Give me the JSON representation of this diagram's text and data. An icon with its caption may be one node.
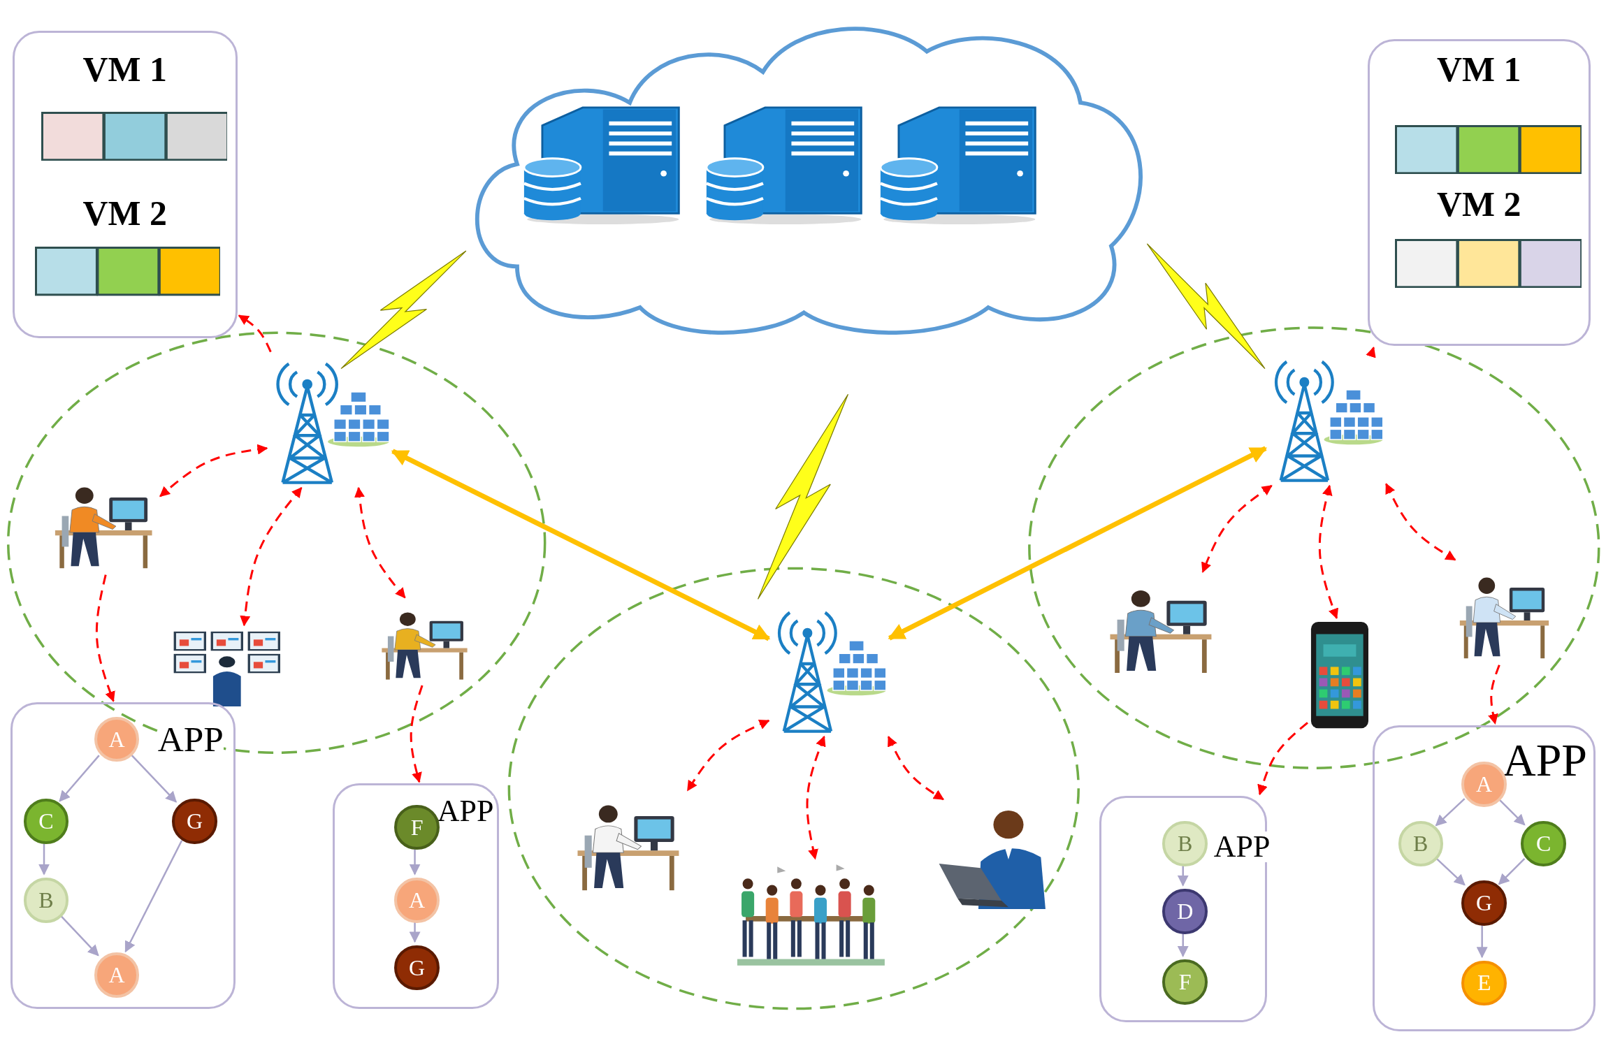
{
  "diagram": {
    "nodes": [
      {
        "text": [],
        "shape": "cloud"
      },
      {
        "text": [
          "VM 1",
          "VM 2"
        ]
      },
      {
        "text": [
          "VM 1",
          "VM 2"
        ]
      },
      {
        "text": [],
        "shape": "picture"
      },
      {
        "text": [],
        "shape": "picture"
      },
      {
        "text": [],
        "shape": "picture"
      },
      {
        "text": [],
        "shape": "picture"
      },
      {
        "text": [],
        "shape": "picture"
      },
      {
        "text": [],
        "shape": "picture"
      },
      {
        "text": [],
        "shape": "picture"
      },
      {
        "text": [],
        "shape": "picture"
      },
      {
        "text": [],
        "shape": "picture"
      },
      {
        "text": [],
        "shape": "picture"
      },
      {
        "text": [],
        "shape": "picture"
      },
      {
        "text": [],
        "shape": "picture"
      },
      {
        "text": [
          "APP"
        ]
      },
      {
        "text": [
          "A"
        ],
        "in": 15
      },
      {
        "text": [
          "C"
        ],
        "in": 15
      },
      {
        "text": [
          "G"
        ],
        "in": 15
      },
      {
        "text": [
          "B"
        ],
        "in": 15
      },
      {
        "text": [
          "A"
        ],
        "in": 15
      },
      {
        "text": [
          "APP"
        ]
      },
      {
        "text": [
          "F"
        ],
        "in": 21
      },
      {
        "text": [
          "A"
        ],
        "in": 21
      },
      {
        "text": [
          "G"
        ],
        "in": 21
      },
      {
        "text": [
          "APP"
        ]
      },
      {
        "text": [
          "B"
        ],
        "in": 25
      },
      {
        "text": [
          "D"
        ],
        "in": 25
      },
      {
        "text": [
          "F"
        ],
        "in": 25
      },
      {
        "text": [
          "APP"
        ]
      },
      {
        "text": [
          "A"
        ],
        "in": 29
      },
      {
        "text": [
          "B"
        ],
        "in": 29
      },
      {
        "text": [
          "C"
        ],
        "in": 29
      },
      {
        "text": [
          "G"
        ],
        "in": 29
      },
      {
        "text": [
          "E"
        ],
        "in": 29
      }
    ],
    "edges": [
      {
        "from": 3,
        "to": 1,
        "arrow": "to",
        "style": "dashed"
      },
      {
        "from": 3,
        "to": 6,
        "arrow": "both",
        "style": "dashed"
      },
      {
        "from": 3,
        "to": 7,
        "arrow": "both",
        "style": "dashed"
      },
      {
        "from": 3,
        "to": 8,
        "arrow": "both",
        "style": "dashed"
      },
      {
        "from": 6,
        "to": 15,
        "arrow": "to",
        "style": "dashed"
      },
      {
        "from": 8,
        "to": 21,
        "arrow": "to",
        "style": "dashed"
      },
      {
        "from": 3,
        "to": 4,
        "arrow": "both",
        "style": "thick",
        "color": "#ffc000"
      },
      {
        "from": 5,
        "to": 4,
        "arrow": "both",
        "style": "thick",
        "color": "#ffc000"
      },
      {
        "from": 4,
        "to": 9,
        "arrow": "both",
        "style": "dashed"
      },
      {
        "from": 4,
        "to": 10,
        "arrow": "both",
        "style": "dashed"
      },
      {
        "from": 4,
        "to": 11,
        "arrow": "both",
        "style": "dashed"
      },
      {
        "from": 5,
        "to": 2,
        "arrow": "to",
        "style": "dashed"
      },
      {
        "from": 5,
        "to": 12,
        "arrow": "both",
        "style": "dashed"
      },
      {
        "from": 5,
        "to": 13,
        "arrow": "both",
        "style": "dashed"
      },
      {
        "from": 5,
        "to": 14,
        "arrow": "both",
        "style": "dashed"
      },
      {
        "from": 13,
        "to": 25,
        "arrow": "to",
        "style": "dashed"
      },
      {
        "from": 14,
        "to": 29,
        "arrow": "to",
        "style": "dashed"
      },
      {
        "from": 16,
        "to": 17,
        "arrow": "to",
        "color": "#a9a4c9"
      },
      {
        "from": 16,
        "to": 18,
        "arrow": "to",
        "color": "#a9a4c9"
      },
      {
        "from": 17,
        "to": 19,
        "arrow": "to",
        "color": "#a9a4c9"
      },
      {
        "from": 19,
        "to": 20,
        "arrow": "to",
        "color": "#a9a4c9"
      },
      {
        "from": 18,
        "to": 20,
        "arrow": "to",
        "color": "#a9a4c9"
      },
      {
        "from": 22,
        "to": 23,
        "arrow": "to",
        "color": "#a9a4c9"
      },
      {
        "from": 23,
        "to": 24,
        "arrow": "to",
        "color": "#a9a4c9"
      },
      {
        "from": 26,
        "to": 27,
        "arrow": "to",
        "color": "#a9a4c9"
      },
      {
        "from": 27,
        "to": 28,
        "arrow": "to",
        "color": "#a9a4c9"
      },
      {
        "from": 30,
        "to": 31,
        "arrow": "to",
        "color": "#a9a4c9"
      },
      {
        "from": 30,
        "to": 32,
        "arrow": "to",
        "color": "#a9a4c9"
      },
      {
        "from": 31,
        "to": 33,
        "arrow": "to",
        "color": "#a9a4c9"
      },
      {
        "from": 32,
        "to": 33,
        "arrow": "to",
        "color": "#a9a4c9"
      },
      {
        "from": 33,
        "to": 34,
        "arrow": "to",
        "color": "#a9a4c9"
      }
    ]
  }
}
